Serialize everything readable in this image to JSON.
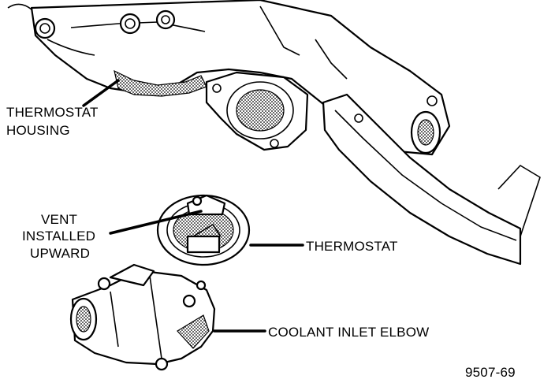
{
  "labels": {
    "thermostat_housing_line1": "THERMOSTAT",
    "thermostat_housing_line2": "HOUSING",
    "vent_line1": "VENT",
    "vent_line2": "INSTALLED",
    "vent_line3": "UPWARD",
    "thermostat": "THERMOSTAT",
    "coolant_inlet_elbow": "COOLANT INLET ELBOW",
    "figure_number": "9507-69"
  }
}
